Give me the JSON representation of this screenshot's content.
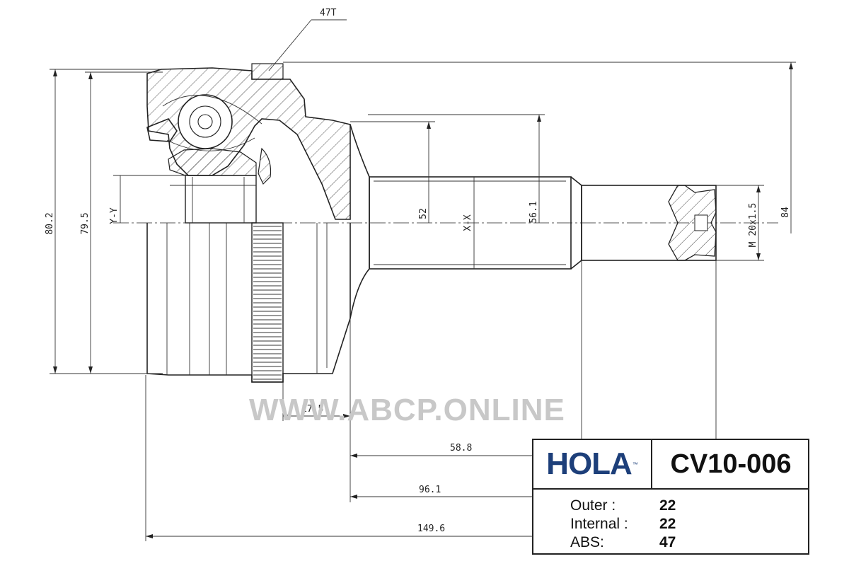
{
  "drawing": {
    "labels": {
      "teeth": "47T",
      "dia_outer": "80.2",
      "dia_inner": "79.5",
      "axis_y": "Y-Y",
      "dia_52": "52",
      "axis_x": "X-X",
      "dia_561": "56.1",
      "thread": "M 20x1.5",
      "dia_84": "84",
      "len_175": "17.5",
      "len_588": "58.8",
      "len_961": "96.1",
      "len_1496": "149.6"
    },
    "watermark": "WWW.ABCP.ONLINE"
  },
  "title_block": {
    "brand": "HOLA",
    "trademark": "™",
    "brand_color": "#1d3f7a",
    "part_number": "CV10-006",
    "specs": [
      {
        "label": "Outer :",
        "value": "22"
      },
      {
        "label": "Internal :",
        "value": "22"
      },
      {
        "label": "ABS:",
        "value": "47"
      }
    ]
  }
}
